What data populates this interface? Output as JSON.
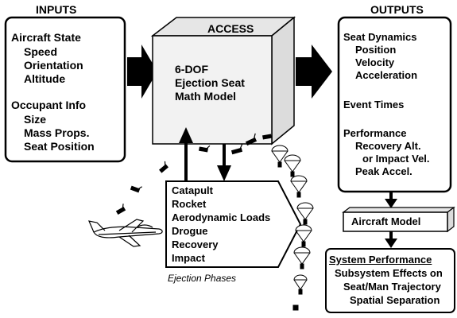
{
  "inputs": {
    "header": "INPUTS",
    "lines": [
      "Aircraft State",
      "Speed",
      "Orientation",
      "Altitude",
      "Occupant Info",
      "Size",
      "Mass Props.",
      "Seat Position"
    ]
  },
  "model": {
    "header": "ACCESS",
    "lines": [
      "6-DOF",
      "Ejection Seat",
      "Math Model"
    ]
  },
  "outputs": {
    "header": "OUTPUTS",
    "lines": [
      "Seat Dynamics",
      "Position",
      "Velocity",
      "Acceleration",
      "Event Times",
      "Performance",
      "Recovery Alt.",
      "or Impact Vel.",
      "Peak Accel."
    ]
  },
  "phases": {
    "lines": [
      "Catapult",
      "Rocket",
      "Aerodynamic Loads",
      "Drogue",
      "Recovery",
      "Impact"
    ],
    "caption": "Ejection Phases"
  },
  "aircraft_model": {
    "label": "Aircraft Model"
  },
  "system_performance": {
    "title": "System Performance",
    "lines": [
      "Subsystem Effects on",
      "Seat/Man Trajectory",
      "Spatial Separation"
    ]
  },
  "colors": {
    "ink": "#000000",
    "box_face": "#f2f2f2",
    "box_side": "#dedede",
    "background": "#ffffff"
  }
}
